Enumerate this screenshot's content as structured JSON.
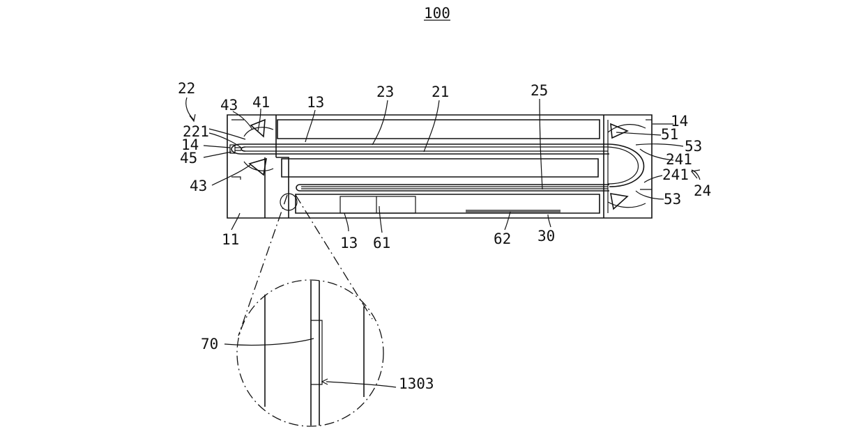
{
  "figure": {
    "title": "100",
    "labels": {
      "l22": "22",
      "l43a": "43",
      "l41": "41",
      "l13a": "13",
      "l23": "23",
      "l21": "21",
      "l25": "25",
      "l14a": "14",
      "l51": "51",
      "l53a": "53",
      "l241a": "241",
      "l241b": "241",
      "l24": "24",
      "l53b": "53",
      "l221": "221",
      "l14b": "14",
      "l45": "45",
      "l43b": "43",
      "l11": "11",
      "l13b": "13",
      "l61": "61",
      "l62": "62",
      "l30": "30",
      "l70": "70",
      "l1303": "1303"
    },
    "colors": {
      "line": "#111111",
      "background": "#ffffff"
    }
  }
}
